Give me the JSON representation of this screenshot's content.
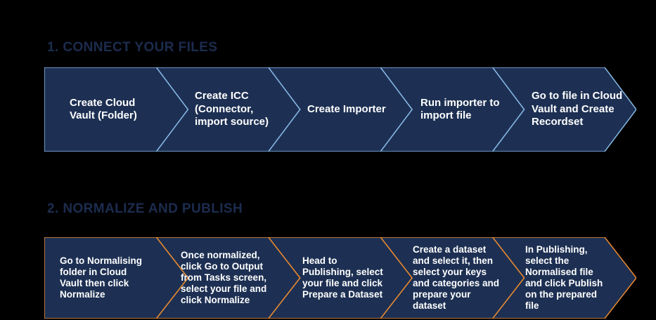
{
  "colors": {
    "background": "#000000",
    "chevron_fill": "#1d3053",
    "row1_border": "#84b6e2",
    "row2_border": "#e8892f",
    "heading": "#1c2c4f",
    "step_text": "#ffffff"
  },
  "sections": [
    {
      "heading": "1. CONNECT YOUR FILES",
      "steps": [
        "Create Cloud\nVault (Folder)",
        "Create ICC\n(Connector,\nimport source)",
        "Create Importer",
        "Run importer to\nimport file",
        "Go to file in Cloud\nVault and Create\nRecordset"
      ]
    },
    {
      "heading": "2. NORMALIZE AND PUBLISH",
      "steps": [
        "Go to Normalising\nfolder in Cloud\nVault then click\nNormalize",
        "Once normalized,\nclick Go to Output\nfrom Tasks screen,\nselect your file and\nclick Normalize",
        "Head to\nPublishing, select\nyour file and click\nPrepare a Dataset",
        "Create a dataset\nand select it, then\nselect your keys\nand categories and\nprepare your\ndataset",
        "In Publishing,\nselect the\nNormalised file\nand click Publish\non the prepared\nfile"
      ]
    }
  ]
}
